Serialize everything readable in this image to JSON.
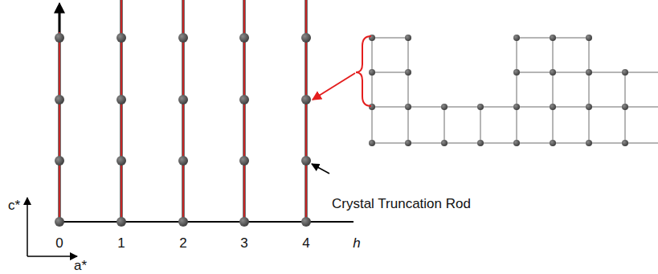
{
  "diagram": {
    "labels": [
      "0",
      "1",
      "2",
      "3",
      "4",
      "h",
      "c*",
      "a*",
      "Crystal Truncation Rod"
    ]
  }
}
